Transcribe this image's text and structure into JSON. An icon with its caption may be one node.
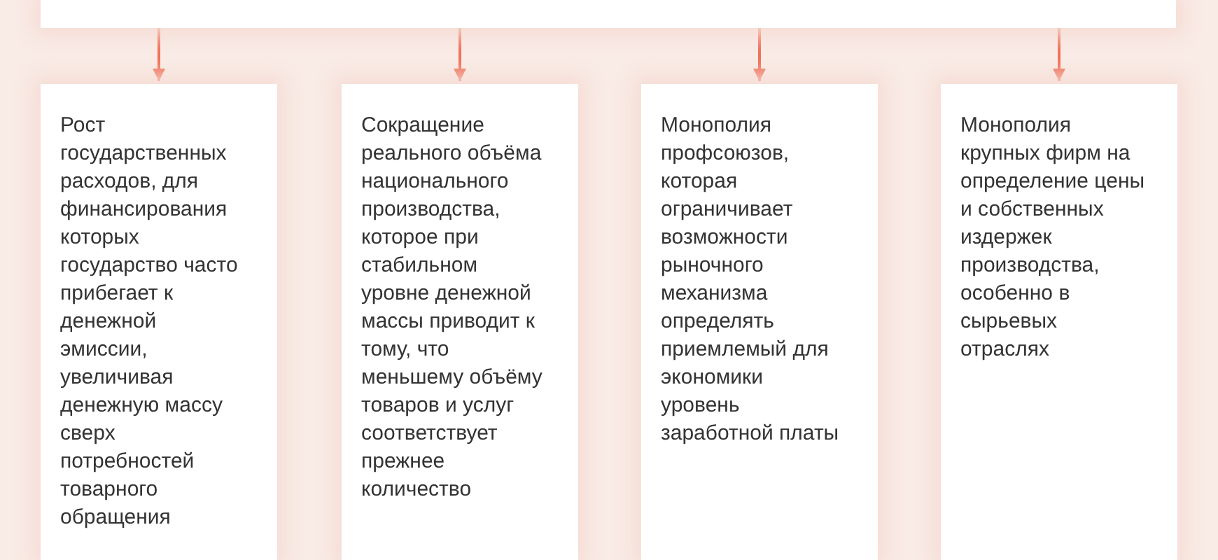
{
  "diagram": {
    "nodes": [
      {
        "text": [],
        "shape": "box"
      },
      {
        "text": [
          "Рост государственных расходов, для финансирования которых государство часто прибегает к денежной эмиссии, увеличивая денежную массу сверх потребностей товарного обращения"
        ]
      },
      {
        "text": [
          "Сокращение реального объёма национального производства, которое при стабильном уровне денежной массы приводит к тому, что меньшему объёму товаров и услуг соответствует прежнее количество"
        ]
      },
      {
        "text": [
          "Монополия профсоюзов, которая ограничивает возможности рыночного механизма определять приемлемый для экономики уровень заработной платы"
        ]
      },
      {
        "text": [
          "Монополия крупных фирм на определение цены и собственных издержек производства, особенно в сырьевых отраслях"
        ]
      }
    ],
    "edges": [
      {
        "from": 0,
        "to": 1,
        "arrow": "to"
      },
      {
        "from": 0,
        "to": 2,
        "arrow": "to"
      },
      {
        "from": 0,
        "to": 3,
        "arrow": "to"
      },
      {
        "from": 0,
        "to": 4,
        "arrow": "to"
      }
    ]
  }
}
